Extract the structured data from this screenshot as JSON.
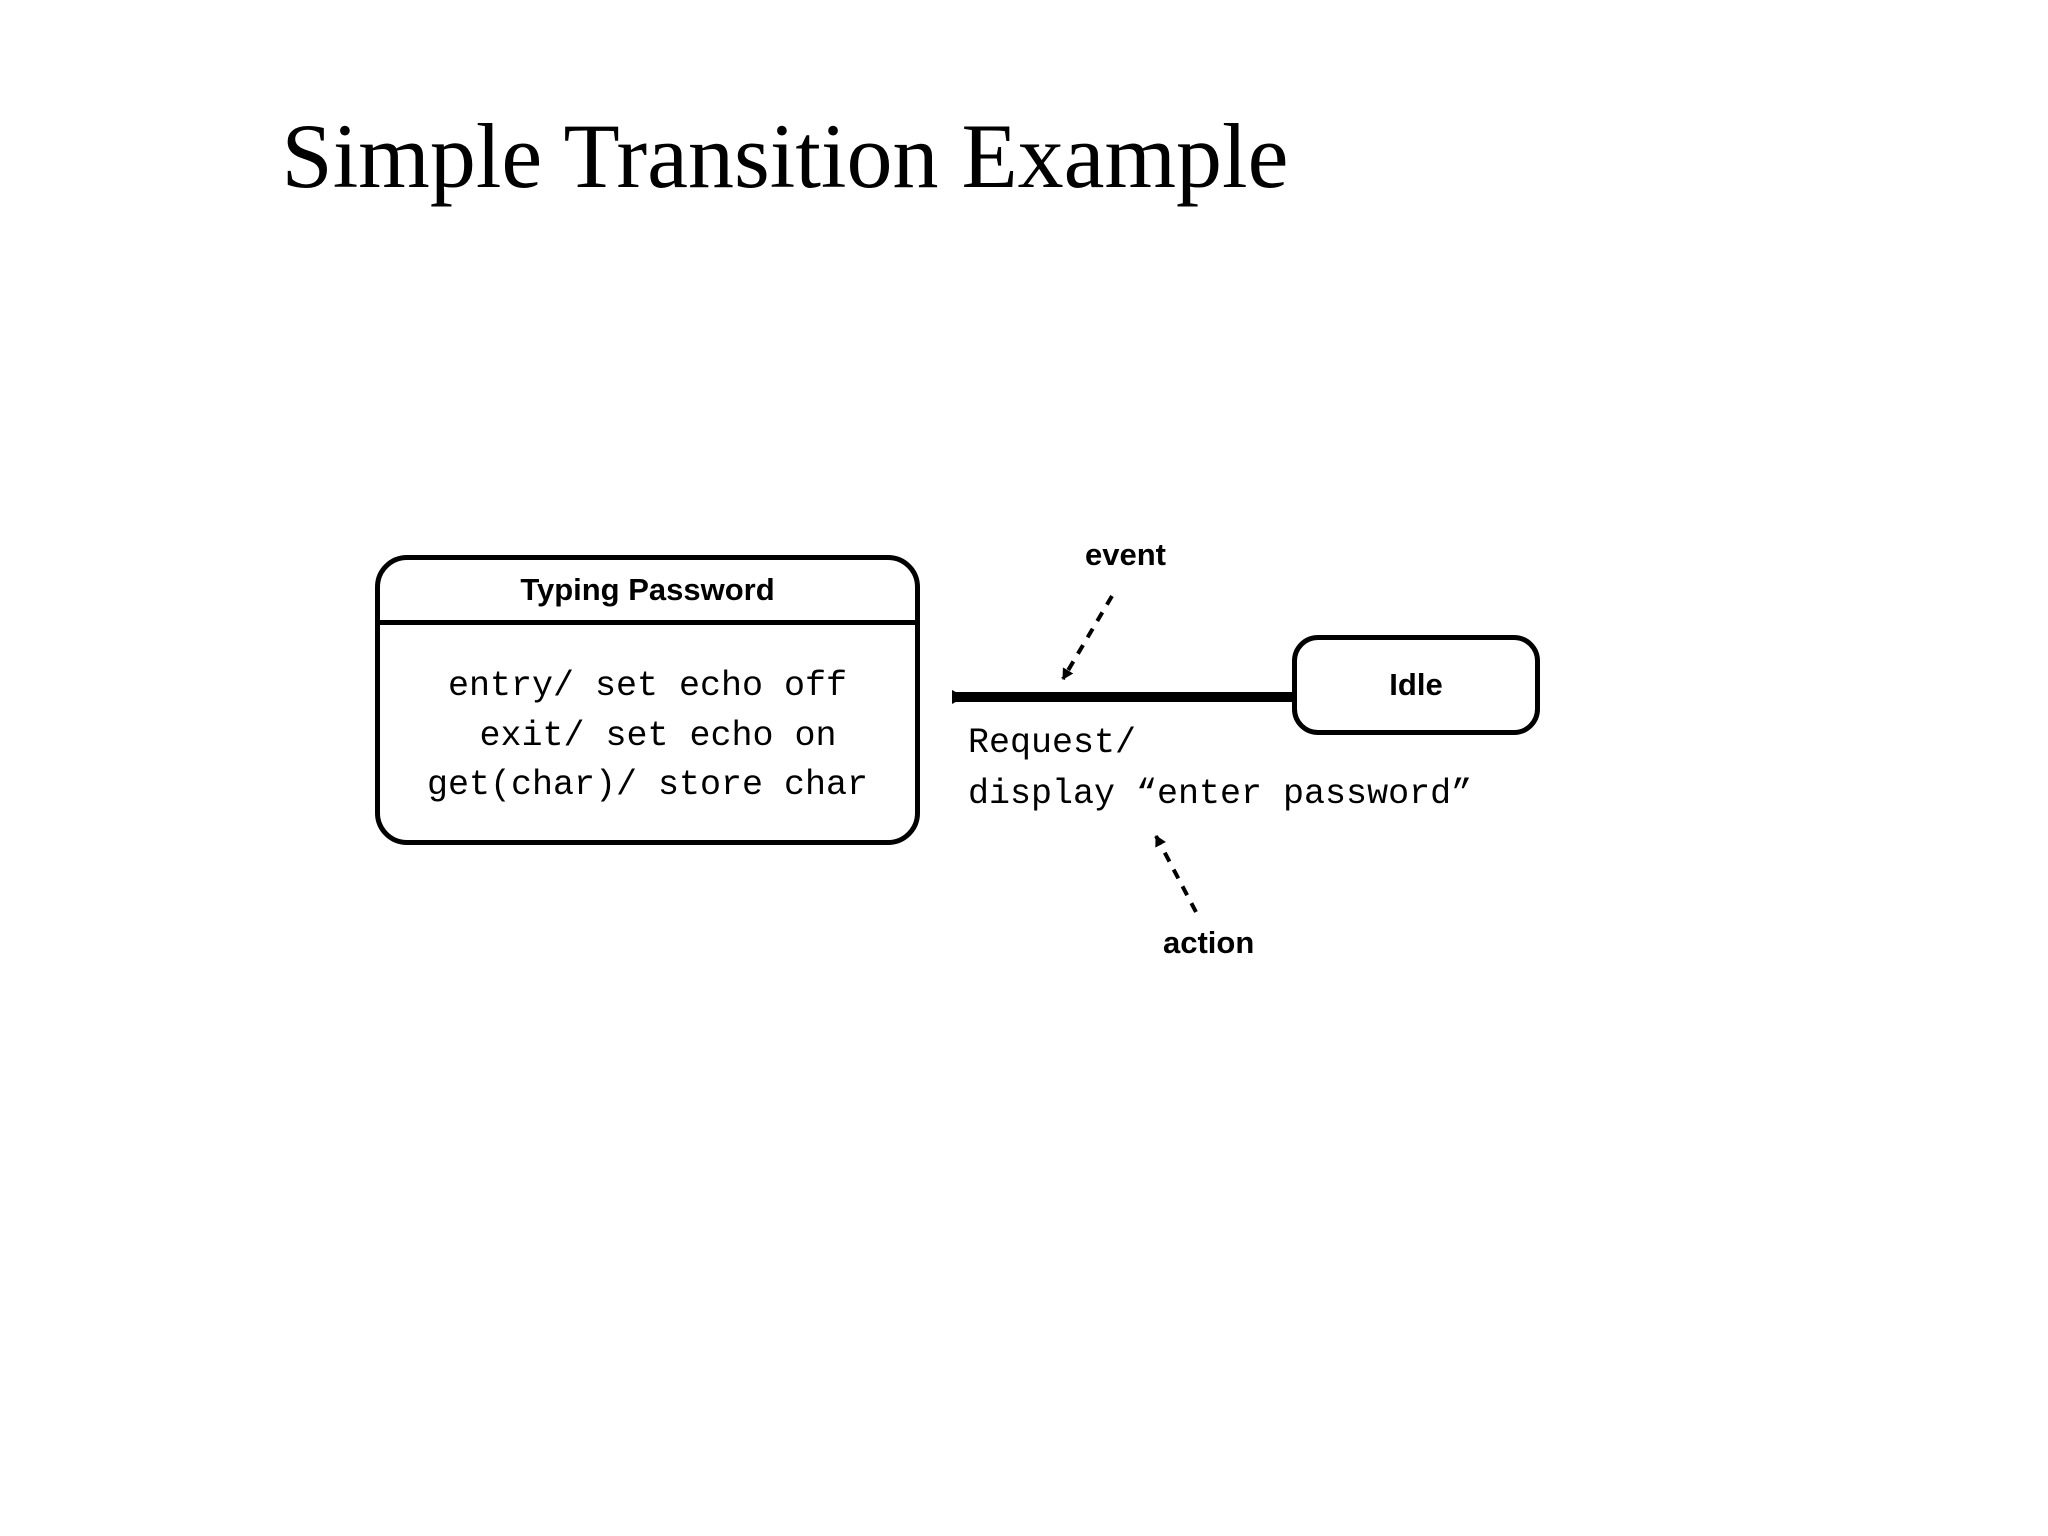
{
  "slide": {
    "title": "Simple Transition Example",
    "background_color": "#ffffff",
    "ink_color": "#000000"
  },
  "diagram": {
    "type": "uml-state-transition",
    "states": [
      {
        "id": "typing-password",
        "name": "Typing Password",
        "compartments": {
          "internal_transitions": [
            "entry/ set echo off",
            " exit/ set echo on",
            "get(char)/ store char"
          ]
        }
      },
      {
        "id": "idle",
        "name": "Idle",
        "compartments": {
          "internal_transitions": []
        }
      }
    ],
    "transitions": [
      {
        "id": "idle-to-typing-password",
        "source": "idle",
        "target": "typing-password",
        "direction": "right-to-left",
        "event": "Request",
        "label_lines": [
          "Request/",
          "display “enter password”"
        ]
      }
    ],
    "annotations": [
      {
        "id": "event-annotation",
        "label": "event",
        "points_to": "transition-event-name",
        "leader": "dashed-arrow"
      },
      {
        "id": "action-annotation",
        "label": "action",
        "points_to": "transition-action-text",
        "leader": "dashed-arrow"
      }
    ]
  }
}
